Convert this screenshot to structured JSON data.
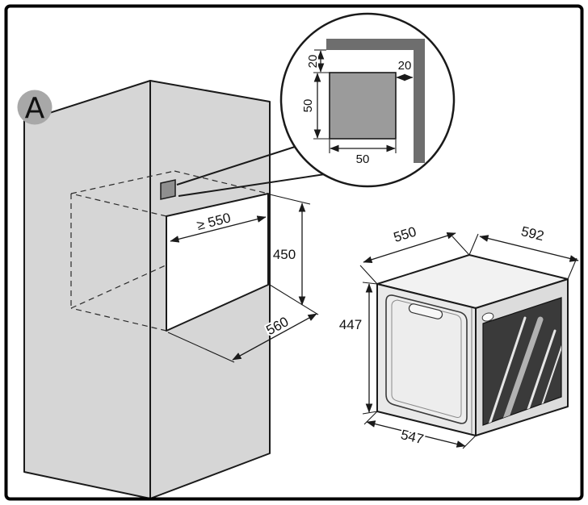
{
  "figure": {
    "view_label": "A"
  },
  "callout": {
    "clearance_top": "20",
    "clearance_side": "20",
    "cutout_height": "50",
    "cutout_width": "50"
  },
  "niche": {
    "min_depth": "≥ 550",
    "height": "450",
    "width": "560"
  },
  "oven": {
    "depth_top": "550",
    "width": "592",
    "height": "447",
    "depth_bottom": "547"
  },
  "colors": {
    "line": "#1a1a1a",
    "cabinet_fill": "#d6d6d6",
    "marker_fill": "#8f8f8f",
    "bracket_fill": "#6e6e6e",
    "cutout_fill": "#9b9b9b",
    "glass_fill": "#3a3a3a",
    "badge_fill": "#a8a8a8"
  }
}
